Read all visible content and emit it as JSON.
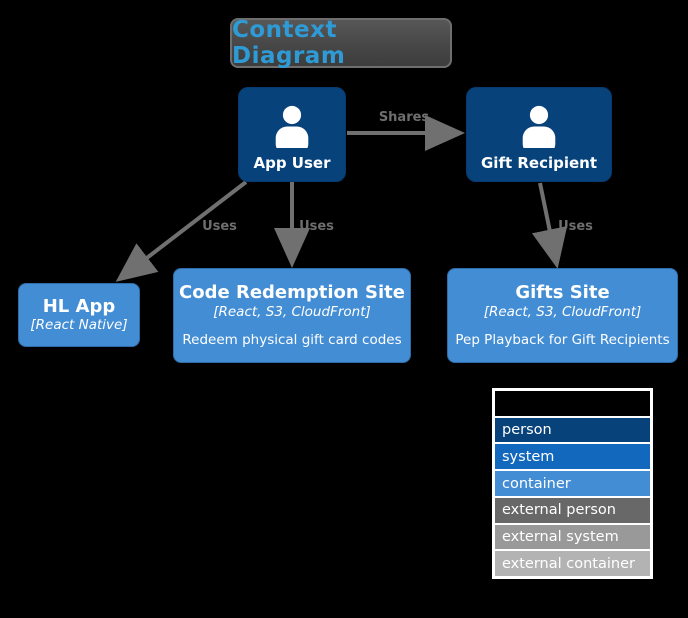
{
  "title": "Context Diagram",
  "nodes": {
    "app_user": {
      "label": "App User",
      "type": "person"
    },
    "gift_recipient": {
      "label": "Gift Recipient",
      "type": "person"
    },
    "hl_app": {
      "label": "HL App",
      "tech": "[React Native]"
    },
    "code_redemption_site": {
      "label": "Code Redemption Site",
      "tech": "[React, S3, CloudFront]",
      "description": "Redeem physical gift card codes"
    },
    "gifts_site": {
      "label": "Gifts Site",
      "tech": "[React, S3, CloudFront]",
      "description": "Pep Playback for Gift Recipients"
    }
  },
  "edges": {
    "shares": {
      "label": "Shares"
    },
    "uses_hl_app": {
      "label": "Uses"
    },
    "uses_code_redemption": {
      "label": "Uses"
    },
    "uses_gifts_site": {
      "label": "Uses"
    }
  },
  "legend": {
    "items": [
      {
        "label": "",
        "color": "#000000"
      },
      {
        "label": "person",
        "color": "#08427B"
      },
      {
        "label": "system",
        "color": "#1168BD"
      },
      {
        "label": "container",
        "color": "#438DD5"
      },
      {
        "label": "external person",
        "color": "#686868"
      },
      {
        "label": "external system",
        "color": "#999999"
      },
      {
        "label": "external container",
        "color": "#B3B3B3"
      }
    ]
  },
  "colors": {
    "person_fill": "#08427B",
    "container_fill": "#438DD5",
    "arrow": "#707070",
    "edge_label": "#6E6E6E",
    "title_text": "#2E9BD6",
    "title_background": "#474747",
    "background": "#000000"
  }
}
